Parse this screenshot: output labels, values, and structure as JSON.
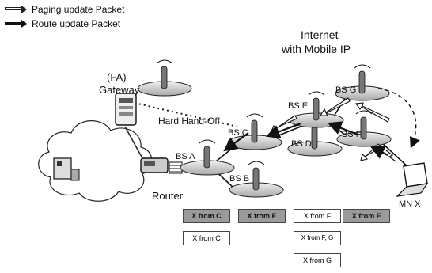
{
  "legend": {
    "paging": "Paging update Packet",
    "route": "Route update Packet"
  },
  "labels": {
    "internet": "Internet",
    "mobile_ip": "with Mobile IP",
    "fa": "(FA)",
    "gateway": "Gateway",
    "hard_handoff": "Hard Hand-Off",
    "router": "Router",
    "mn": "MN X"
  },
  "stations": {
    "a": "BS A",
    "b": "BS B",
    "c": "BS C",
    "d": "BS D",
    "e": "BS E",
    "f": "BS F",
    "g": "BS G"
  },
  "cache_table": {
    "row1": [
      "X from C",
      "X from E",
      "X from F",
      "X from F"
    ],
    "row2": [
      "X from C",
      "X from F, G"
    ],
    "row3": [
      "X from G"
    ]
  },
  "colors": {
    "line": "#111111",
    "disc": "#cfcfcf",
    "highlight": "#9a9a9a"
  }
}
